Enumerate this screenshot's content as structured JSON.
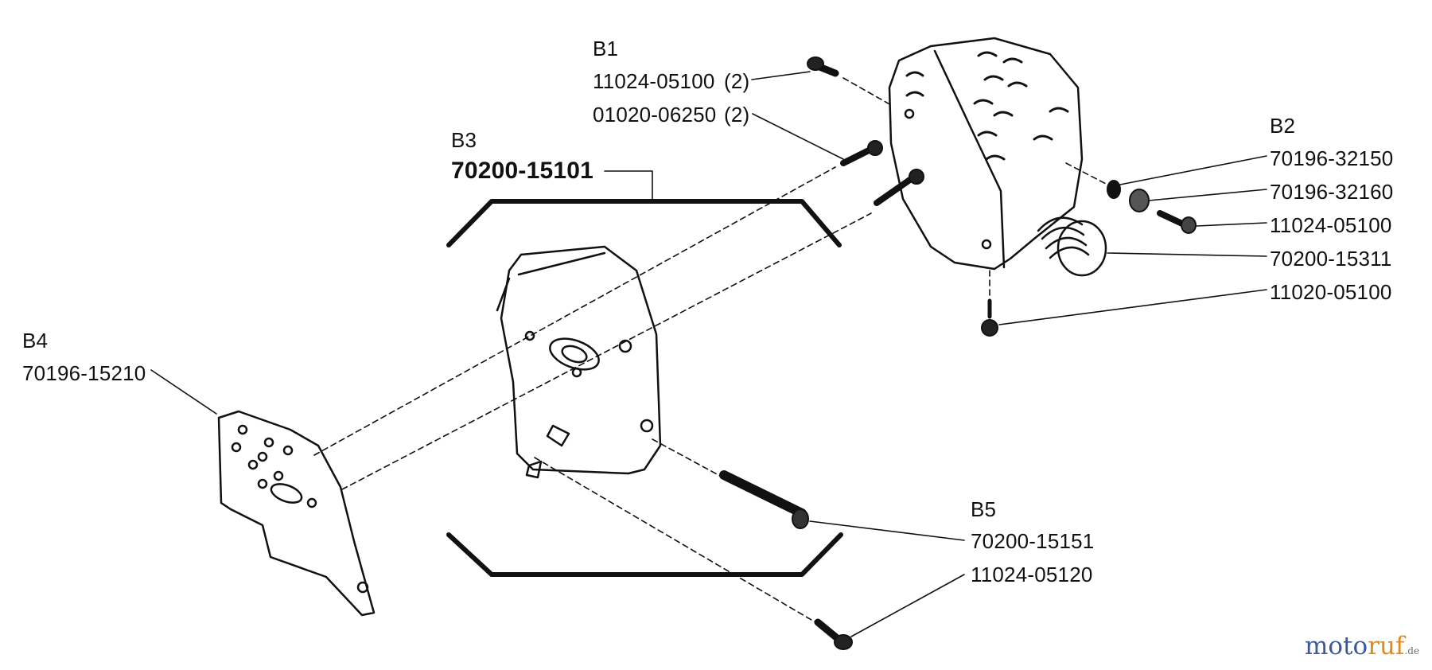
{
  "groups": {
    "b1": {
      "code": "B1",
      "parts": [
        {
          "number": "11024-05100",
          "qty": "(2)"
        },
        {
          "number": "01020-06250",
          "qty": "(2)"
        }
      ]
    },
    "b2": {
      "code": "B2",
      "parts": [
        {
          "number": "70196-32150"
        },
        {
          "number": "70196-32160"
        },
        {
          "number": "11024-05100"
        },
        {
          "number": "70200-15311"
        },
        {
          "number": "11020-05100"
        }
      ]
    },
    "b3": {
      "code": "B3",
      "parts": [
        {
          "number": "70200-15101"
        }
      ]
    },
    "b4": {
      "code": "B4",
      "parts": [
        {
          "number": "70196-15210"
        }
      ]
    },
    "b5": {
      "code": "B5",
      "parts": [
        {
          "number": "70200-15151"
        },
        {
          "number": "11024-05120"
        }
      ]
    }
  },
  "watermark": {
    "part1": "moto",
    "part2": "ruf",
    "suffix": ".de",
    "colors": {
      "part1": "#3a5a9c",
      "part2": "#e08a1e",
      "suffix": "#6d6d6d"
    }
  },
  "colors": {
    "ink": "#111111"
  }
}
